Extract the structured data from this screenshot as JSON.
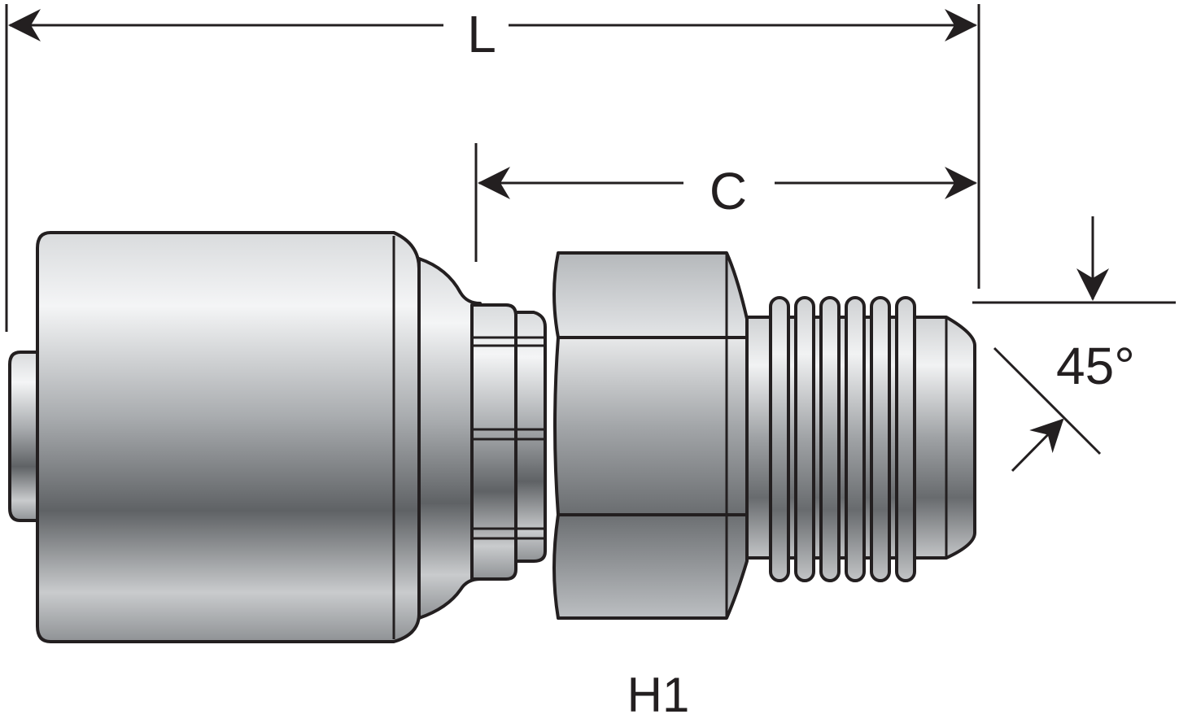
{
  "diagram": {
    "labels": {
      "length": "L",
      "cut_length": "C",
      "angle": "45°",
      "hex_size": "H1"
    },
    "colors": {
      "ink": "#231f20",
      "metal_light": "#f4f5f6",
      "metal_mid": "#b9bcbf",
      "metal_dark": "#5f6265",
      "background": "#ffffff"
    }
  }
}
